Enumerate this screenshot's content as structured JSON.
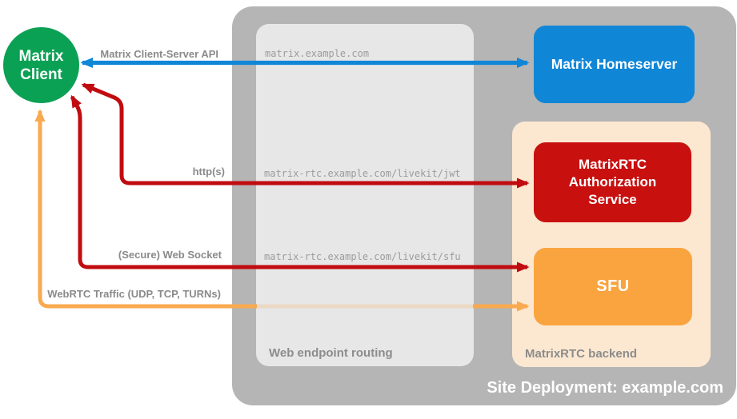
{
  "client": {
    "label": "Matrix Client"
  },
  "homeserver": {
    "label": "Matrix Homeserver"
  },
  "backend": {
    "label": "MatrixRTC backend",
    "auth_service": {
      "label": "MatrixRTC Authorization Service"
    },
    "sfu": {
      "label": "SFU"
    }
  },
  "routing": {
    "label": "Web endpoint routing",
    "endpoints": [
      "matrix.example.com",
      "matrix-rtc.example.com/livekit/jwt",
      "matrix-rtc.example.com/livekit/sfu"
    ]
  },
  "site": {
    "label": "Site Deployment: example.com"
  },
  "arrows": {
    "client_server_api": {
      "label": "Matrix Client-Server API",
      "color": "#1086d7",
      "direction": "bidirectional",
      "from": "Matrix Client",
      "to": "Matrix Homeserver"
    },
    "https": {
      "label": "http(s)",
      "color": "#c00c10",
      "direction": "bidirectional",
      "from": "MatrixRTC Authorization Service",
      "to": "Matrix Client"
    },
    "websocket": {
      "label": "(Secure) Web Socket",
      "color": "#c00c10",
      "direction": "bidirectional",
      "from": "SFU",
      "to": "Matrix Client"
    },
    "webrtc": {
      "label": "WebRTC Traffic (UDP, TCP, TURNs)",
      "color": "#f9a950",
      "direction": "bidirectional",
      "from": "SFU",
      "to": "Matrix Client"
    }
  },
  "colors": {
    "site_container": "#b5b5b5",
    "routing_panel": "#e7e7e7",
    "backend_panel": "#fce8d1",
    "homeserver": "#1086d7",
    "auth_service": "#c8100f",
    "sfu": "#f9a43e",
    "client": "#0ba154",
    "label_text": "#8a8a8a",
    "endpoint_text": "#9c9c9c"
  }
}
